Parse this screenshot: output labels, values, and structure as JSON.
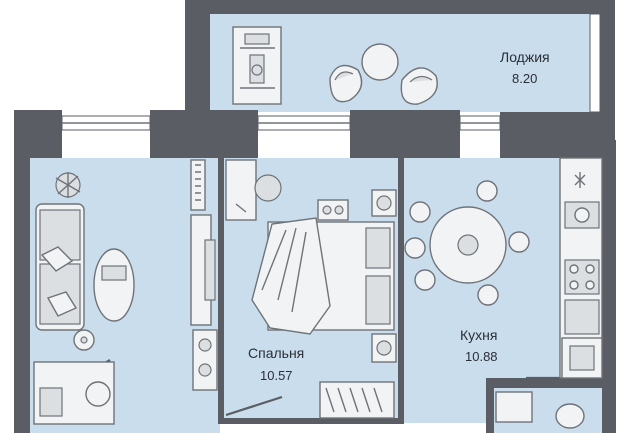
{
  "rooms": {
    "loggia": {
      "name": "Лоджия",
      "area": "8.20"
    },
    "bedroom": {
      "name": "Спальня",
      "area": "10.57"
    },
    "kitchen": {
      "name": "Кухня",
      "area": "10.88"
    }
  },
  "colors": {
    "wall": "#5a5d63",
    "floor": "#c9dded",
    "furniture": "#f2f3f4",
    "outline": "#6f7378"
  },
  "icons": [
    "exercise-machine-icon",
    "armchair-icon",
    "round-table-icon",
    "sofa-icon",
    "bed-icon",
    "stove-icon",
    "sink-icon",
    "toilet-icon",
    "plant-icon",
    "washing-machine-icon",
    "wardrobe-icon",
    "desk-icon"
  ]
}
